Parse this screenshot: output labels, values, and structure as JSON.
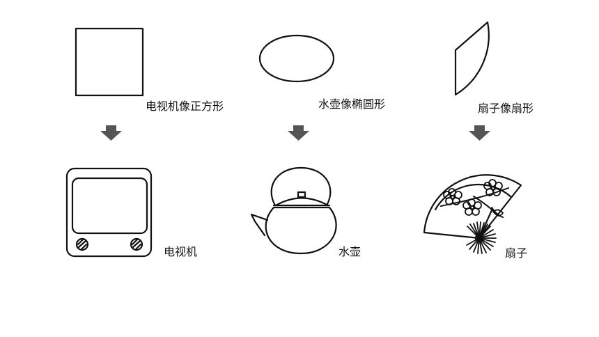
{
  "labels": {
    "square": "电视机像正方形",
    "ellipse": "水壶像椭圆形",
    "sector": "扇子像扇形",
    "tv": "电视机",
    "kettle": "水壶",
    "fan": "扇子"
  },
  "colors": {
    "stroke": "#111111",
    "arrow": "#555555",
    "background": "#ffffff"
  }
}
